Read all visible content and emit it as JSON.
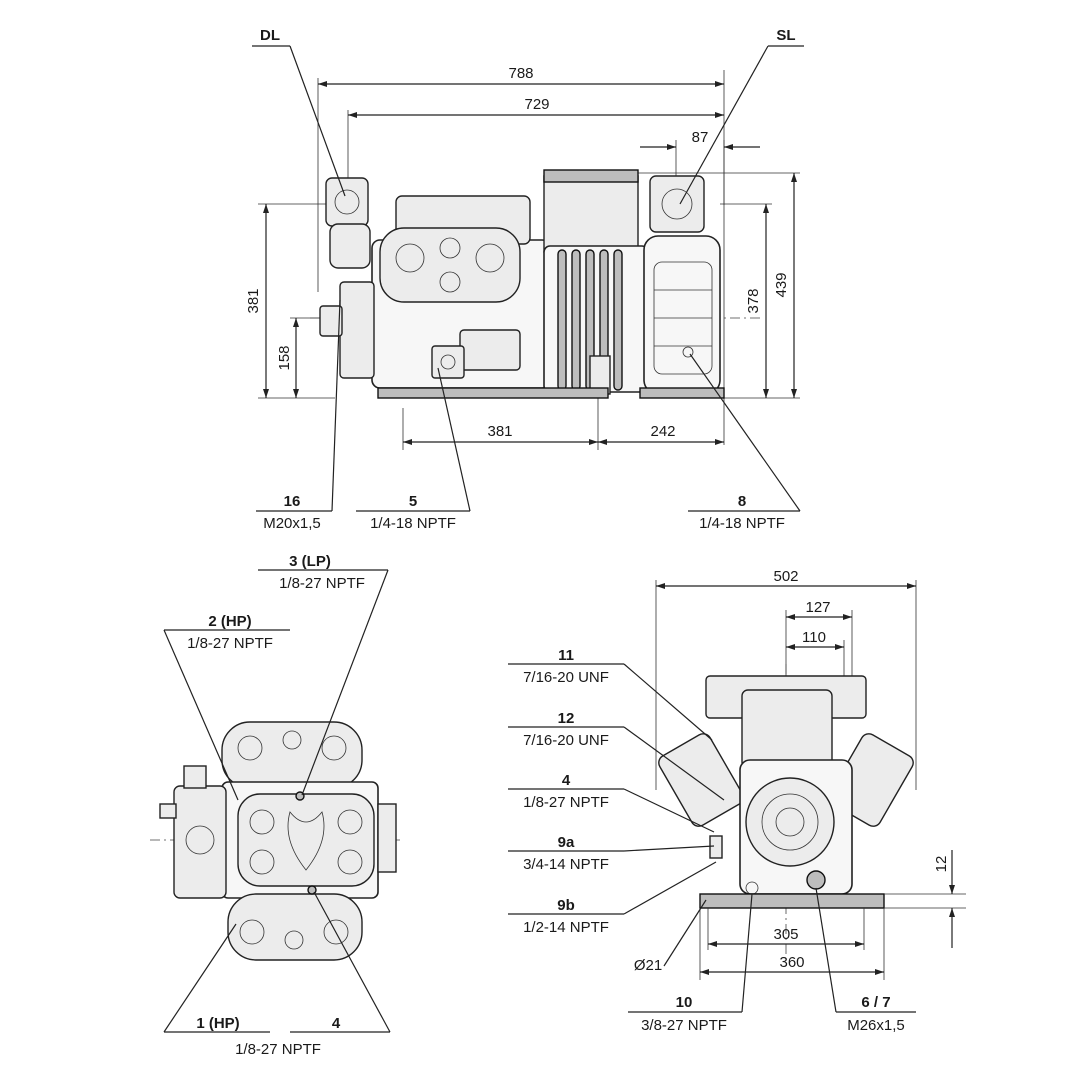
{
  "top_view": {
    "labels": {
      "dl": "DL",
      "sl": "SL"
    },
    "dims": {
      "d788": "788",
      "d729": "729",
      "d87": "87",
      "d381v": "381",
      "d158": "158",
      "d378": "378",
      "d439": "439",
      "d381h": "381",
      "d242": "242"
    },
    "callouts": [
      {
        "num": "16",
        "spec": "M20x1,5"
      },
      {
        "num": "5",
        "spec": "1/4-18 NPTF"
      },
      {
        "num": "8",
        "spec": "1/4-18 NPTF"
      }
    ]
  },
  "plan_view": {
    "callouts": {
      "lp": {
        "num": "3 (LP)",
        "spec": "1/8-27 NPTF"
      },
      "hp2": {
        "num": "2 (HP)",
        "spec": "1/8-27 NPTF"
      },
      "hp1": {
        "num": "1 (HP)"
      },
      "p4": {
        "num": "4"
      },
      "bottom_spec": "1/8-27 NPTF"
    }
  },
  "end_view": {
    "dims": {
      "d502": "502",
      "d127": "127",
      "d110": "110",
      "d12": "12",
      "d305": "305",
      "d360": "360",
      "d21": "Ø21"
    },
    "callouts": [
      {
        "num": "11",
        "spec": "7/16-20 UNF"
      },
      {
        "num": "12",
        "spec": "7/16-20 UNF"
      },
      {
        "num": "4",
        "spec": "1/8-27 NPTF"
      },
      {
        "num": "9a",
        "spec": "3/4-14 NPTF"
      },
      {
        "num": "9b",
        "spec": "1/2-14 NPTF"
      },
      {
        "num": "10",
        "spec": "3/8-27 NPTF"
      },
      {
        "num": "6 / 7",
        "spec": "M26x1,5"
      }
    ]
  }
}
